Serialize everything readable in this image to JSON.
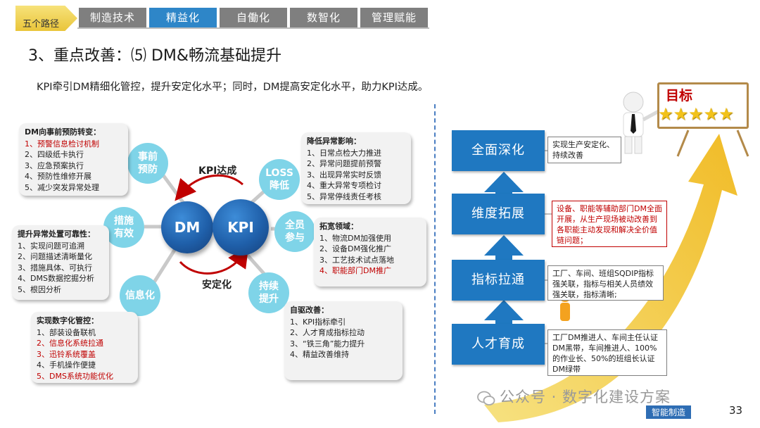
{
  "nav": {
    "path_label": "五个路径",
    "tabs": [
      {
        "label": "制造技术"
      },
      {
        "label": "精益化"
      },
      {
        "label": "自働化"
      },
      {
        "label": "数智化"
      },
      {
        "label": "管理赋能"
      }
    ],
    "active_color": "#2e86c8",
    "inactive_color": "#7f7f7f"
  },
  "title": "3、重点改善：⑸ DM&畅流基础提升",
  "subtitle": "KPI牵引DM精细化管控，提升安定化水平；同时，DM提高安定化水平，助力KPI达成。",
  "diagram": {
    "center_left": "DM",
    "center_right": "KPI",
    "top_label": "KPI达成",
    "bottom_label": "安定化",
    "pillars": {
      "prevent": [
        "事前",
        "预防"
      ],
      "loss": [
        "LOSS",
        "降低"
      ],
      "measures": [
        "措施",
        "有效"
      ],
      "all_staff": [
        "全员",
        "参与"
      ],
      "info": [
        "信息化"
      ],
      "sustain": [
        "持续",
        "提升"
      ]
    },
    "boxes": {
      "dm_shift": {
        "title": "DM向事前预防转变：",
        "items": [
          {
            "text": "1、预警信息检讨机制",
            "red": true
          },
          {
            "text": "2、四级纸卡执行",
            "red": false
          },
          {
            "text": "3、应急预案执行",
            "red": false
          },
          {
            "text": "4、预防性维修开展",
            "red": false
          },
          {
            "text": "5、减少突发异常处理",
            "red": false
          }
        ]
      },
      "reduce_impact": {
        "title": "降低异常影响：",
        "items": [
          {
            "text": "1、日常点检大力推进",
            "red": false
          },
          {
            "text": "2、异常问题提前预警",
            "red": false
          },
          {
            "text": "3、出现异常实时反馈",
            "red": false
          },
          {
            "text": "4、重大异常专项检讨",
            "red": false
          },
          {
            "text": "5、异常停线责任考核",
            "red": false
          }
        ]
      },
      "reliability": {
        "title": "提升异常处置可靠性：",
        "items": [
          {
            "text": "1、实现问题可追溯",
            "red": false
          },
          {
            "text": "2、问题描述清晰量化",
            "red": false
          },
          {
            "text": "3、措施具体、可执行",
            "red": false
          },
          {
            "text": "4、DMS数据挖掘分析",
            "red": false
          },
          {
            "text": "5、根因分析",
            "red": false
          }
        ]
      },
      "expand": {
        "title": "拓宽领域：",
        "items": [
          {
            "text": "1、物流DM加强使用",
            "red": false
          },
          {
            "text": "2、设备DM强化推广",
            "red": false
          },
          {
            "text": "3、工艺技术试点落地",
            "red": false
          },
          {
            "text": "4、职能部门DM推广",
            "red": true
          }
        ]
      },
      "digital": {
        "title": "实现数字化管控：",
        "items": [
          {
            "text": "1、部装设备联机",
            "red": false
          },
          {
            "text": "2、信息化系统拉通",
            "red": true
          },
          {
            "text": "3、迅铃系统覆盖",
            "red": true
          },
          {
            "text": "4、手机操作便捷",
            "red": false
          },
          {
            "text": "5、DMS系统功能优化",
            "red": true
          }
        ]
      },
      "self_drive": {
        "title": "自驱改善：",
        "items": [
          {
            "text": "1、KPI指标牵引",
            "red": false
          },
          {
            "text": "2、人才育成指标拉动",
            "red": false
          },
          {
            "text": "3、“铁三角”能力提升",
            "red": false
          },
          {
            "text": "4、精益改善维持",
            "red": false
          }
        ]
      }
    }
  },
  "stairs": {
    "goal": "目标",
    "stars": "★★★★★",
    "steps": [
      {
        "label": "全面深化",
        "desc": "实现生产安定化、持续改善",
        "red": false
      },
      {
        "label": "维度拓展",
        "desc": "设备、职能等辅助部门DM全面开展，从生产现场被动改善到各职能主动发现和解决全价值链问题；",
        "red": true
      },
      {
        "label": "指标拉通",
        "desc": "工厂、车间、班组SQDIP指标强关联，指标与相关人员绩效强关联，指标清晰;",
        "red": false
      },
      {
        "label": "人才育成",
        "desc": "工厂DM推进人、车间主任认证DM黑带，车间推进人、100%的作业长、50%的班组长认证DM绿带",
        "red": false
      }
    ],
    "box_color": "#1f78c1"
  },
  "footer": {
    "watermark": "公众号 · 数字化建设方案",
    "tag": "智能制造",
    "page": "33"
  }
}
